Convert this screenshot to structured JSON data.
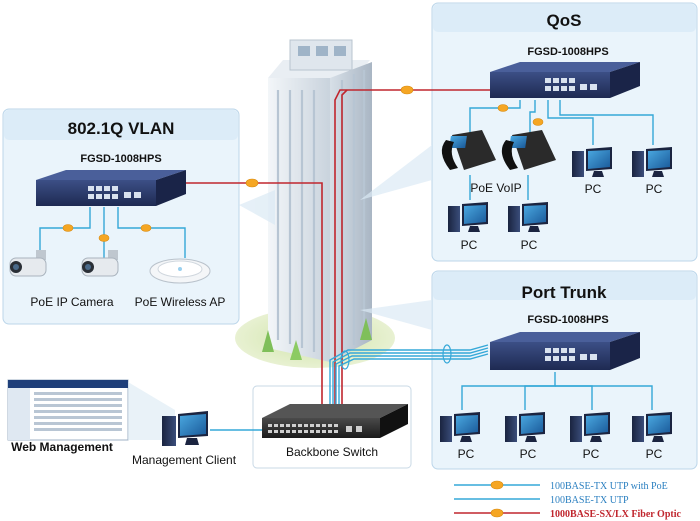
{
  "panels": {
    "qos": {
      "title": "QoS",
      "model": "FGSD-1008HPS"
    },
    "vlan": {
      "title": "802.1Q VLAN",
      "model": "FGSD-1008HPS"
    },
    "trunk": {
      "title": "Port Trunk",
      "model": "FGSD-1008HPS"
    }
  },
  "devices": {
    "qos_voip": "PoE VoIP",
    "qos_pc1": "PC",
    "qos_pc2": "PC",
    "qos_pc3": "PC",
    "qos_pc4": "PC",
    "vlan_camera": "PoE IP Camera",
    "vlan_ap": "PoE Wireless AP",
    "trunk_pc1": "PC",
    "trunk_pc2": "PC",
    "trunk_pc3": "PC",
    "trunk_pc4": "PC",
    "web_management": "Web Management",
    "management_client": "Management Client",
    "backbone_switch": "Backbone Switch"
  },
  "legend": {
    "poe": "100BASE-TX UTP with PoE",
    "utp": "100BASE-TX UTP",
    "fiber": "1000BASE-SX/LX Fiber Optic"
  },
  "colors": {
    "utp": "#35a8d8",
    "fiber": "#c0262e",
    "panel_fill": "#e8f3fb",
    "panel_stroke": "#b7d3e8",
    "switch_body": "#2b3a6b",
    "poe_badge": "#f5a623"
  }
}
